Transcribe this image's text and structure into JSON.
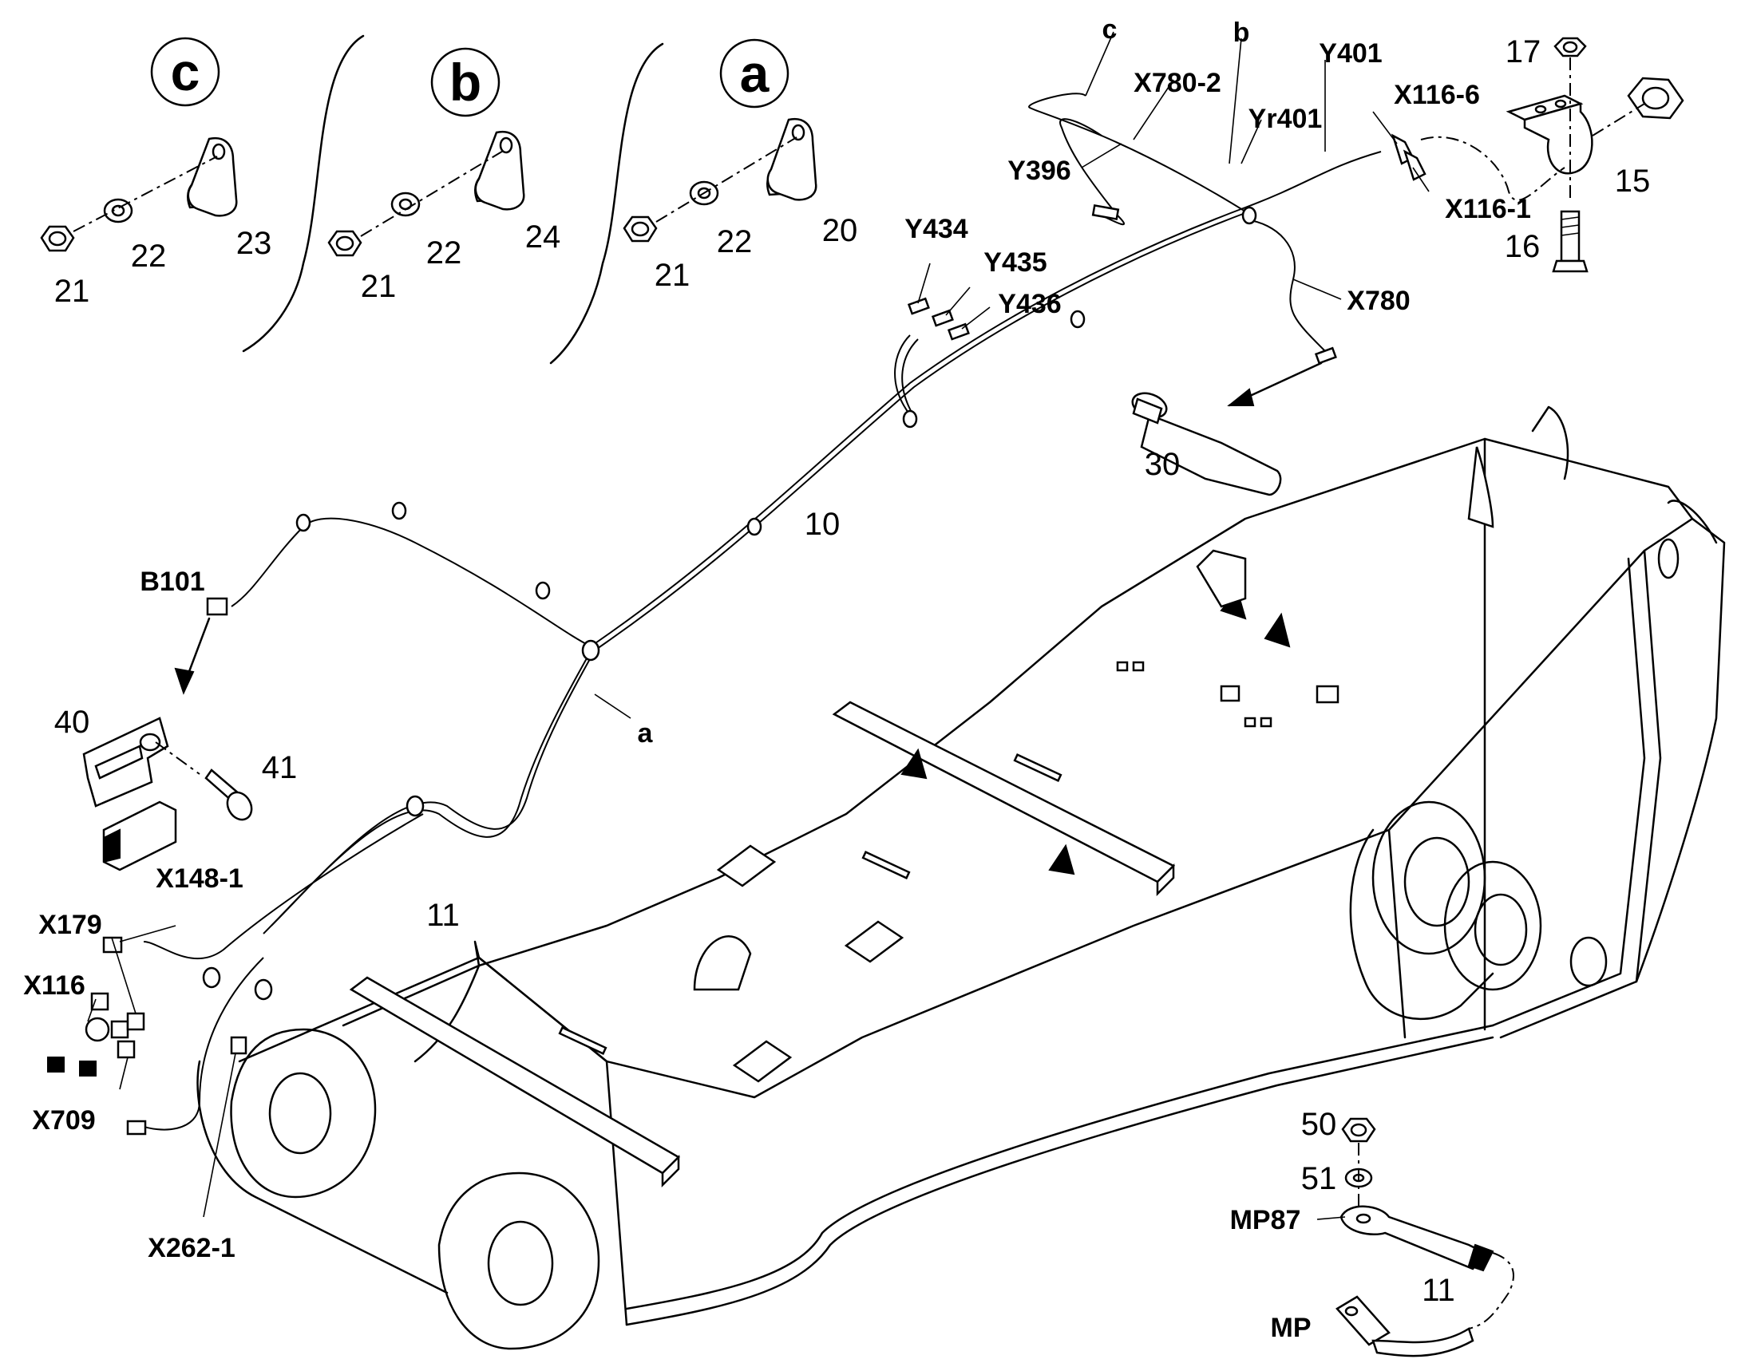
{
  "details": [
    {
      "letter": "c",
      "nut": "21",
      "washer": "22",
      "clamp": "23"
    },
    {
      "letter": "b",
      "nut": "21",
      "washer": "22",
      "clamp": "24"
    },
    {
      "letter": "a",
      "nut": "21",
      "washer": "22",
      "clamp": "20"
    }
  ],
  "callouts": {
    "c": "c",
    "b": "b",
    "a": "a",
    "x780_2": "X780-2",
    "y401": "Y401",
    "yr401": "Yr401",
    "x116_6": "X116-6",
    "x116_1": "X116-1",
    "y396": "Y396",
    "y434": "Y434",
    "y435": "Y435",
    "y436": "Y436",
    "x780": "X780",
    "b101": "B101",
    "x179": "X179",
    "x148_1": "X148-1",
    "x116": "X116",
    "x709": "X709",
    "x262_1": "X262-1",
    "mp87": "MP87",
    "mp": "MP"
  },
  "part_numbers": {
    "p17": "17",
    "p15": "15",
    "p16": "16",
    "p30": "30",
    "p10": "10",
    "p40": "40",
    "p41": "41",
    "p11_frame": "11",
    "p50": "50",
    "p51": "51",
    "p11_cable": "11"
  }
}
